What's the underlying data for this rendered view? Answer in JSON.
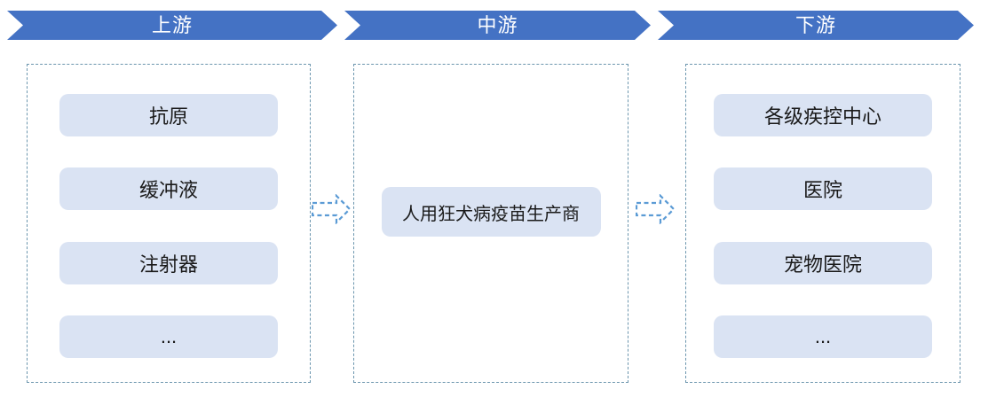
{
  "colors": {
    "banner_fill": "#4472C4",
    "banner_text": "#FFFFFF",
    "item_fill": "#DAE3F3",
    "panel_dash_border": "#6C96AE",
    "arrow_stroke": "#5B9BD5",
    "item_text": "#1A1A1A"
  },
  "banners": [
    {
      "label": "上游"
    },
    {
      "label": "中游"
    },
    {
      "label": "下游"
    }
  ],
  "columns": [
    {
      "name": "upstream",
      "items": [
        "抗原",
        "缓冲液",
        "注射器",
        "..."
      ]
    },
    {
      "name": "midstream",
      "items": [
        "人用狂犬病疫苗生产商"
      ]
    },
    {
      "name": "downstream",
      "items": [
        "各级疾控中心",
        "医院",
        "宠物医院",
        "..."
      ]
    }
  ],
  "icons": {
    "connector": "dashed-arrow-right"
  }
}
